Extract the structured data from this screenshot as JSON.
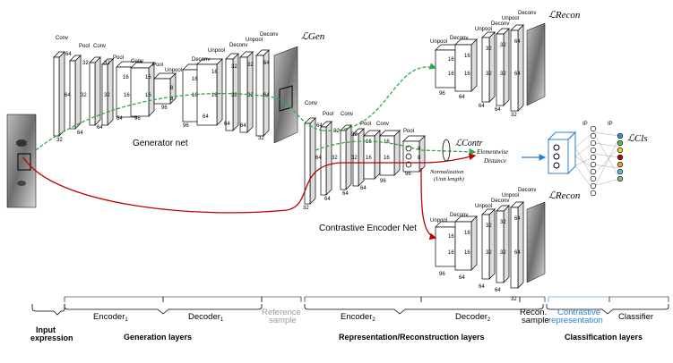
{
  "labels": {
    "generator_net": "Generator net",
    "contrastive_encoder_net": "Contrastive Encoder Net",
    "loss_gen": "ℒGen",
    "loss_recon_top": "ℒRecon",
    "loss_recon_bottom": "ℒRecon",
    "loss_contr": "ℒContr",
    "loss_cls": "ℒCls",
    "elementwise": "Elementwise",
    "distance": "Distance",
    "normalization": "Normalization",
    "unit_length": "(Unit length)",
    "ip1": "IP",
    "ip2": "IP"
  },
  "layer_names": {
    "conv": "Conv",
    "pool": "Pool",
    "unpool": "Unpool",
    "deconv": "Deconv"
  },
  "sections": {
    "input_expression_1": "Input",
    "input_expression_2": "expression",
    "encoder1": "Encoder",
    "encoder1_sub": "1",
    "decoder1": "Decoder",
    "decoder1_sub": "1",
    "reference_1": "Reference",
    "reference_2": "sample",
    "encoder2": "Encoder",
    "encoder2_sub": "2",
    "decoder2": "Decoder",
    "decoder2_sub": "2",
    "recon_1": "Recon.",
    "recon_2": "sample",
    "contrastive_1": "Contrastive",
    "contrastive_2": "representation",
    "classifier": "Classifier",
    "generation_layers": "Generation layers",
    "representation_layers": "Representation/Reconstruction layers",
    "classification_layers": "Classification layers"
  },
  "colors": {
    "green_path": "#2ca84a",
    "red_path": "#c00000",
    "blue_accent": "#2a7fd0",
    "gray_text": "#9a9a9a"
  }
}
